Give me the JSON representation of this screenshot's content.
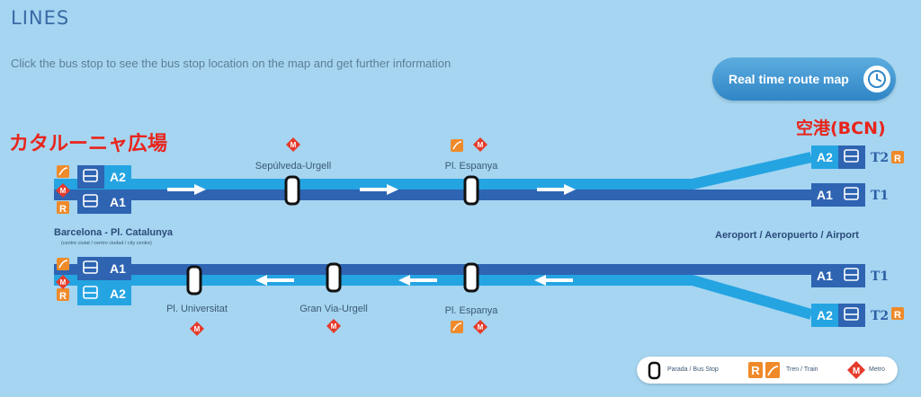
{
  "page": {
    "title": "LINES",
    "subtitle": "Click the bus stop to see the bus stop location on the map and get further information",
    "realtime_button": "Real time route map",
    "clock_icon": "clock-icon"
  },
  "map": {
    "left_overlay": "カタルーニャ広場",
    "right_overlay": "空港(BCN)",
    "left_terminal_name": "Barcelona - Pl. Catalunya",
    "left_terminal_sub": "(centre ciutat / centro ciudad / city centre)",
    "right_terminal_name": "Aeroport / Aeropuerto / Airport",
    "lines": {
      "a1": "A1",
      "a2": "A2"
    },
    "terminals": {
      "t1": "T1",
      "t2": "T2"
    },
    "outbound_stops": [
      "Sepúlveda-Urgell",
      "Pl. Espanya"
    ],
    "inbound_stops": [
      "Pl. Universitat",
      "Gran Via-Urgell",
      "Pl. Espanya"
    ],
    "badges": {
      "metro": "M",
      "renfe": "R"
    }
  },
  "legend": {
    "stop": "Parada / Bus Stop",
    "train": "Tren / Train",
    "metro": "Metro"
  },
  "colors": {
    "background": "#a5d5f1",
    "line_a1": "#2e64b2",
    "line_a2": "#25a4e2",
    "metro_red": "#e63b2b",
    "renfe_orange": "#ef8a2a",
    "label_red": "#e8251c"
  }
}
